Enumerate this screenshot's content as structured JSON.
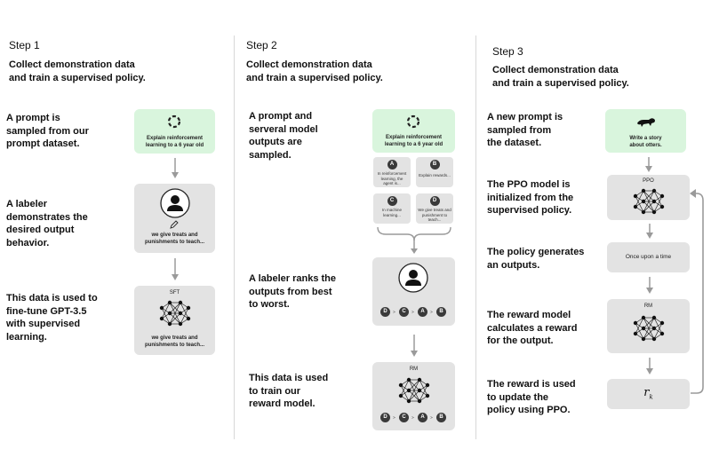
{
  "steps": [
    {
      "label": "Step 1",
      "heading": "Collect demonstration data\nand train a supervised policy.",
      "descriptions": [
        "A prompt is\nsampled from our\nprompt dataset.",
        "A labeler\ndemonstrates the\ndesired output\nbehavior.",
        "This data is used to\nfine-tune GPT-3.5\nwith supervised\nlearning."
      ],
      "prompt_box": "Explain reinforcement\nlearning to a 6 year old",
      "labeler_output": "we give treats and\npunishments to teach...",
      "model_label": "SFT",
      "model_output": "we give treats and\npunishments to teach..."
    },
    {
      "label": "Step 2",
      "heading": "Collect demonstration data\nand train a supervised policy.",
      "descriptions": [
        "A prompt and\nserveral model\noutputs are\nsampled.",
        "A labeler ranks the\noutputs from best\nto worst.",
        "This data is used\nto train our\nreward model."
      ],
      "prompt_box": "Explain reinforcement\nlearning to a 6 year old",
      "outputs": [
        {
          "letter": "A",
          "text": "In reinforcement\nlearning, the\nagent is..."
        },
        {
          "letter": "B",
          "text": "Explain rewards..."
        },
        {
          "letter": "C",
          "text": "In machine\nlearning..."
        },
        {
          "letter": "D",
          "text": "We give treats and\npunishment to\nteach..."
        }
      ],
      "ranking": [
        "D",
        ">",
        "C",
        ">",
        "A",
        ">",
        "B"
      ],
      "model_label": "RM"
    },
    {
      "label": "Step 3",
      "heading": "Collect demonstration data\nand train a supervised policy.",
      "descriptions": [
        "A new prompt is\nsampled from\nthe dataset.",
        "The PPO model is\ninitialized from the\nsupervised policy.",
        "The policy generates\nan outputs.",
        "The reward model\ncalculates a reward\nfor the output.",
        "The reward is used\nto update the\npolicy using PPO."
      ],
      "prompt_box": "Write a story\nabout otters.",
      "ppo_label": "PPO",
      "policy_output": "Once upon a time",
      "rm_label": "RM",
      "reward_symbol": "r",
      "reward_subscript": "k"
    }
  ],
  "colors": {
    "green_box": "#d9f5dd",
    "gray_box": "#e3e3e3",
    "badge": "#3a3a3a",
    "arrow": "#9a9a9a"
  }
}
